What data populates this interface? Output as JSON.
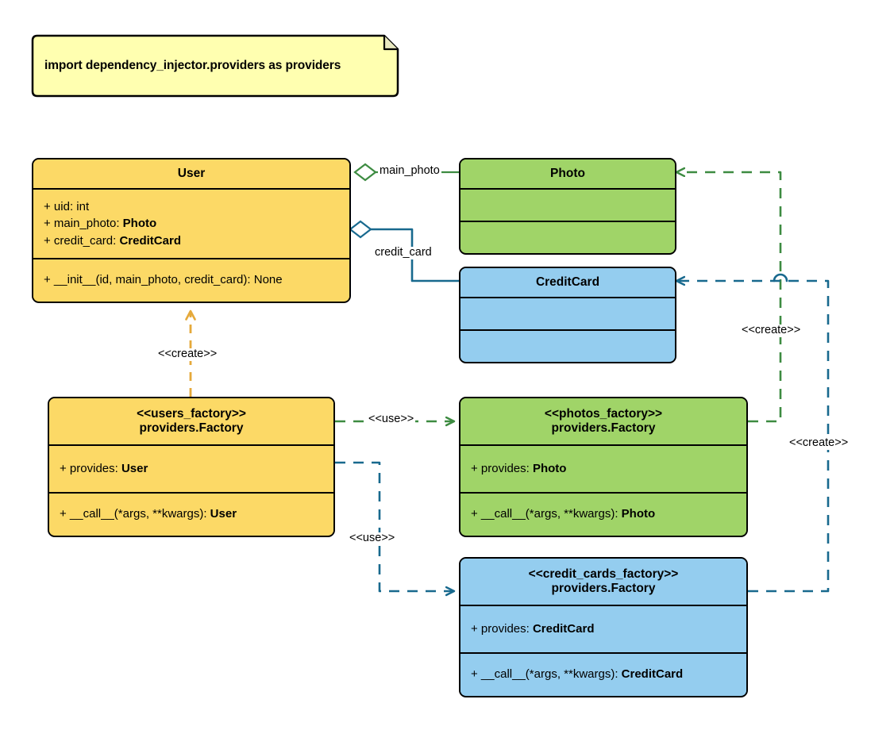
{
  "diagram": {
    "title": "Dependency Injector Factory providers UML class diagram",
    "colors": {
      "yellow_fill": "#fcd966",
      "green_fill": "#a0d468",
      "blue_fill": "#94cdef",
      "note_fill": "#ffffb0",
      "outline": "#000000",
      "green_edge": "#3d8b41",
      "blue_edge": "#18698e",
      "orange_edge": "#e5a93a"
    }
  },
  "note": {
    "text": "import dependency_injector.providers as providers"
  },
  "classes": {
    "user": {
      "name": "User",
      "attributes": [
        {
          "visibility": "+",
          "name": "uid",
          "sep": ": ",
          "type": "int",
          "type_bold": false
        },
        {
          "visibility": "+",
          "name": "main_photo",
          "sep": ": ",
          "type": "Photo",
          "type_bold": true
        },
        {
          "visibility": "+",
          "name": "credit_card",
          "sep": ": ",
          "type": "CreditCard",
          "type_bold": true
        }
      ],
      "operations": [
        {
          "visibility": "+",
          "name": "__init__(id, main_photo, credit_card)",
          "sep": ": ",
          "type": "None",
          "type_bold": false
        }
      ]
    },
    "photo": {
      "name": "Photo",
      "attributes": [],
      "operations": []
    },
    "credit_card": {
      "name": "CreditCard",
      "attributes": [],
      "operations": []
    },
    "users_factory": {
      "stereotype": "<<users_factory>>",
      "name": "providers.Factory",
      "attributes": [
        {
          "visibility": "+",
          "name": "provides",
          "sep": ": ",
          "type": "User",
          "type_bold": true
        }
      ],
      "operations": [
        {
          "visibility": "+",
          "name": "__call__(*args, **kwargs)",
          "sep": ": ",
          "type": "User",
          "type_bold": true
        }
      ]
    },
    "photos_factory": {
      "stereotype": "<<photos_factory>>",
      "name": "providers.Factory",
      "attributes": [
        {
          "visibility": "+",
          "name": "provides",
          "sep": ": ",
          "type": "Photo",
          "type_bold": true
        }
      ],
      "operations": [
        {
          "visibility": "+",
          "name": "__call__(*args, **kwargs)",
          "sep": ": ",
          "type": "Photo",
          "type_bold": true
        }
      ]
    },
    "credit_cards_factory": {
      "stereotype": "<<credit_cards_factory>>",
      "name": "providers.Factory",
      "attributes": [
        {
          "visibility": "+",
          "name": "provides",
          "sep": ": ",
          "type": "CreditCard",
          "type_bold": true
        }
      ],
      "operations": [
        {
          "visibility": "+",
          "name": "__call__(*args, **kwargs)",
          "sep": ": ",
          "type": "CreditCard",
          "type_bold": true
        }
      ]
    }
  },
  "edges": {
    "user_main_photo": {
      "label": "main_photo",
      "kind": "aggregation",
      "from": "User",
      "to": "Photo"
    },
    "user_credit_card": {
      "label": "credit_card",
      "kind": "aggregation",
      "from": "User",
      "to": "CreditCard"
    },
    "users_factory_create_user": {
      "label": "<<create>>",
      "kind": "dependency",
      "from": "users_factory",
      "to": "User"
    },
    "users_factory_use_photos": {
      "label": "<<use>>",
      "kind": "dependency",
      "from": "users_factory",
      "to": "photos_factory"
    },
    "users_factory_use_credit_cards": {
      "label": "<<use>>",
      "kind": "dependency",
      "from": "users_factory",
      "to": "credit_cards_factory"
    },
    "photos_factory_create_photo": {
      "label": "<<create>>",
      "kind": "dependency",
      "from": "photos_factory",
      "to": "Photo"
    },
    "credit_cards_factory_create_credit_card": {
      "label": "<<create>>",
      "kind": "dependency",
      "from": "credit_cards_factory",
      "to": "CreditCard"
    }
  }
}
